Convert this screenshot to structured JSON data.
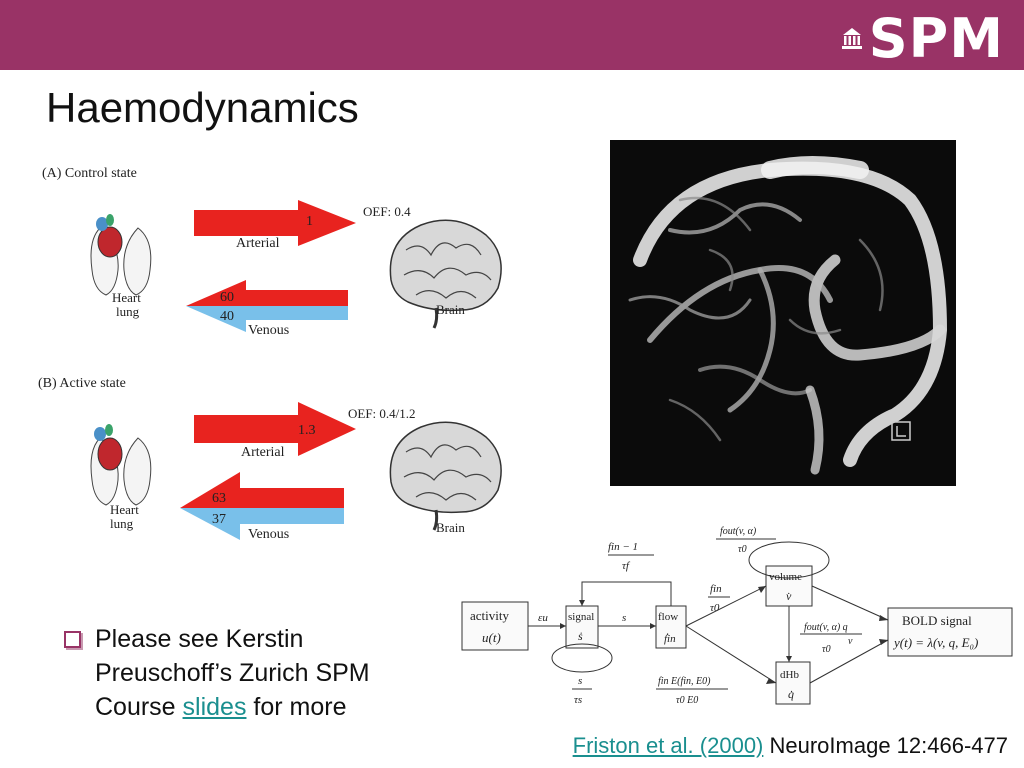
{
  "header": {
    "logo_text": "SPM",
    "bar_color": "#993366"
  },
  "slide": {
    "title": "Haemodynamics"
  },
  "figure_a": {
    "label": "(A)  Control state",
    "oef": "OEF: 0.4",
    "arterial_value": "1",
    "arterial_label": "Arterial",
    "venous_red_value": "60",
    "venous_blue_value": "40",
    "venous_label": "Venous",
    "heart_label_1": "Heart",
    "heart_label_2": "lung",
    "brain_label": "Brain"
  },
  "figure_b": {
    "label": "(B) Active state",
    "oef": "OEF: 0.4/1.2",
    "arterial_value": "1.3",
    "arterial_label": "Arterial",
    "venous_red_value": "63",
    "venous_blue_value": "37",
    "venous_label": "Venous",
    "heart_label_1": "Heart",
    "heart_label_2": "lung",
    "brain_label": "Brain"
  },
  "model": {
    "activity_label": "activity",
    "activity_var": "u(t)",
    "signal_label": "signal",
    "signal_var": "ṡ",
    "flow_label": "flow",
    "flow_var": "ḟin",
    "volume_label": "volume",
    "volume_var": "v̇",
    "dhb_label": "dHb",
    "dhb_var": "q̇",
    "bold_label": "BOLD signal",
    "bold_eq": "y(t) = λ(v, q, E₀)",
    "eps_u": "εu",
    "s_label": "s",
    "top_eq_num": "fin − 1",
    "top_eq_den": "τf",
    "decay_num": "s",
    "decay_den": "τs",
    "fin_num": "fin",
    "fin_den": "τ0",
    "fout_num": "fout(v, α)",
    "fout_den": "τ0",
    "mid_num": "fout(v, α) q",
    "mid_num_v": "v",
    "mid_den": "τ0",
    "low_num": "fin E(fin, E0)",
    "low_den": "τ0 E0"
  },
  "bullet": {
    "text_before": "Please see Kerstin Preuschoff’s Zurich SPM Course ",
    "link": "slides",
    "text_after": " for more"
  },
  "citation": {
    "link": "Friston et al. (2000)",
    "rest": " NeuroImage 12:466-477"
  },
  "colors": {
    "arterial_red": "#e8231f",
    "venous_blue": "#79c0ea",
    "link": "#1a8f8f"
  }
}
